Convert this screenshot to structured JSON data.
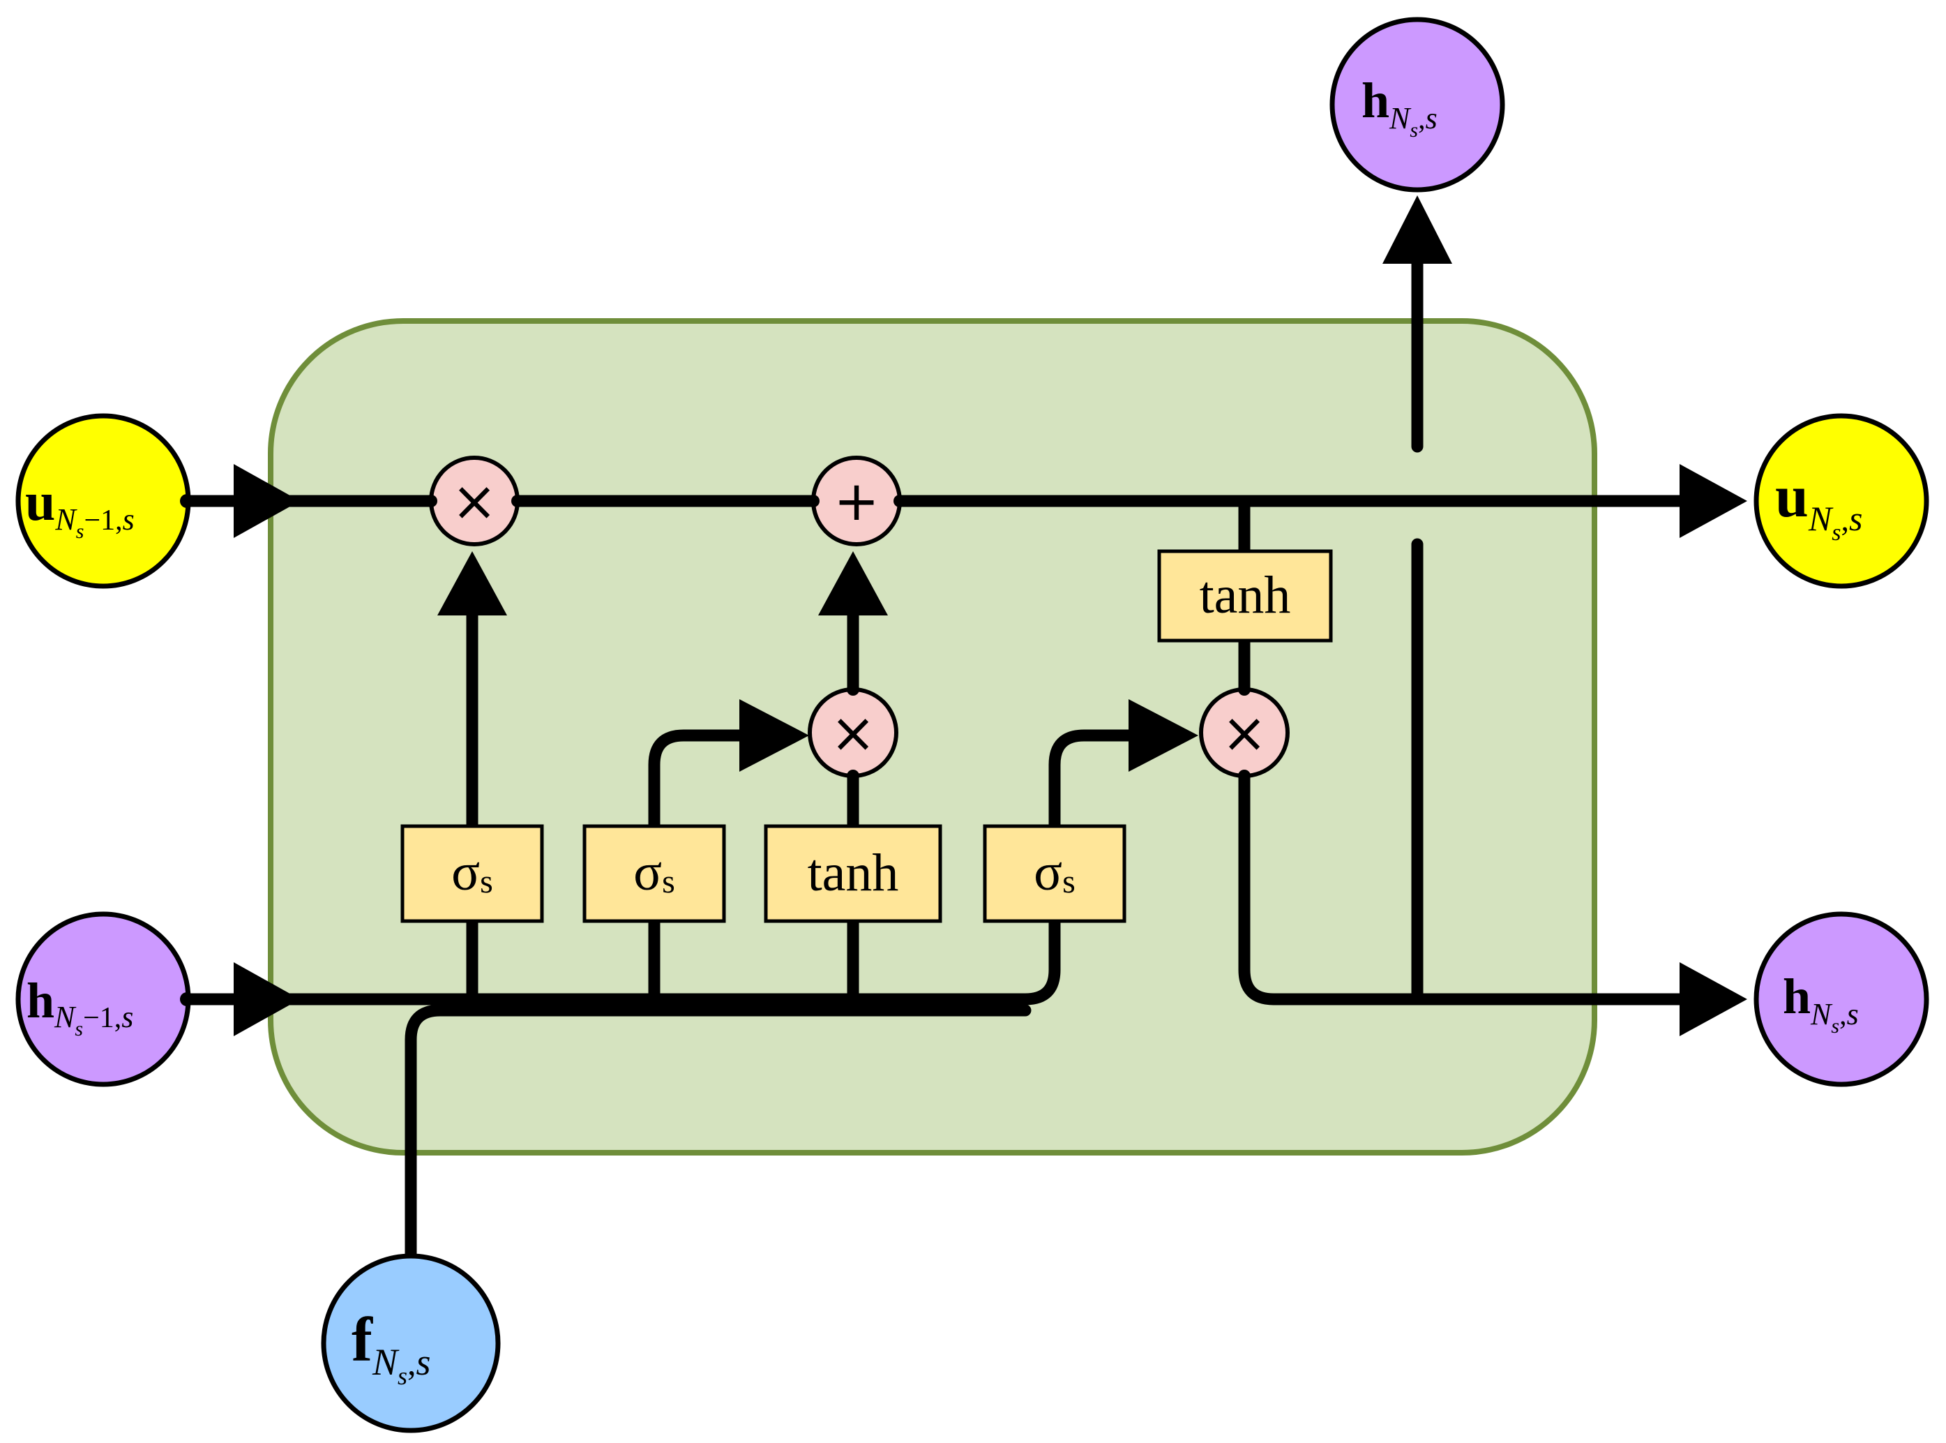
{
  "colors": {
    "cell_fill": "#d5e3bf",
    "cell_border": "#6f8e3a",
    "gate_fill": "#ffe699",
    "op_fill": "#f8cecc",
    "u_node": "#ffff00",
    "h_node": "#cc99ff",
    "f_node": "#99ccff"
  },
  "nodes": {
    "u_in": {
      "main": "u",
      "sub_n": "N",
      "sub_s": "s",
      "sub_rest": "−1,",
      "sub_end": "s"
    },
    "h_in": {
      "main": "h",
      "sub_n": "N",
      "sub_s": "s",
      "sub_rest": "−1,",
      "sub_end": "s"
    },
    "f_in": {
      "main": "f",
      "sub_n": "N",
      "sub_s": "s",
      "sub_rest": ",",
      "sub_end": "s"
    },
    "u_out": {
      "main": "u",
      "sub_n": "N",
      "sub_s": "s",
      "sub_rest": ",",
      "sub_end": "s"
    },
    "h_out": {
      "main": "h",
      "sub_n": "N",
      "sub_s": "s",
      "sub_rest": ",",
      "sub_end": "s"
    },
    "h_top": {
      "main": "h",
      "sub_n": "N",
      "sub_s": "s",
      "sub_rest": ",",
      "sub_end": "s"
    }
  },
  "gates": {
    "sigma_1": {
      "symbol": "σ",
      "sub": "s"
    },
    "sigma_2": {
      "symbol": "σ",
      "sub": "s"
    },
    "tanh_1": {
      "label": "tanh"
    },
    "sigma_3": {
      "symbol": "σ",
      "sub": "s"
    },
    "tanh_2": {
      "label": "tanh"
    }
  },
  "operations": {
    "forget_mult": "×",
    "add": "+",
    "input_mult": "×",
    "output_mult": "×"
  }
}
